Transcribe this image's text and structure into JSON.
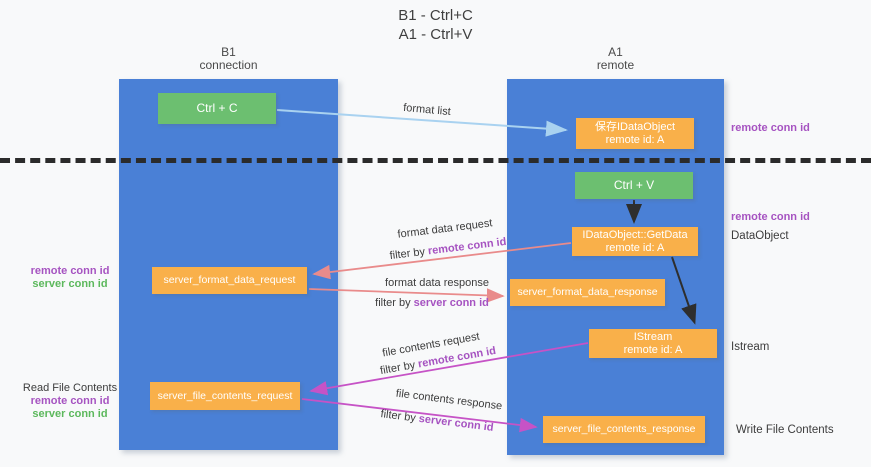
{
  "title": {
    "line1": "B1 - Ctrl+C",
    "line2": "A1 - Ctrl+V"
  },
  "lifelines": {
    "b1": {
      "title": "B1",
      "subtitle": "connection"
    },
    "a1": {
      "title": "A1",
      "subtitle": "remote"
    }
  },
  "nodes": {
    "ctrl_c": "Ctrl + C",
    "save_idataobject": {
      "line1": "保存IDataObject",
      "line2": "remote id: A"
    },
    "ctrl_v": "Ctrl + V",
    "getdata": {
      "line1": "IDataObject::GetData",
      "line2": "remote id: A"
    },
    "server_format_data_request": "server_format_data_request",
    "server_format_data_response": "server_format_data_response",
    "istream": {
      "line1": "IStream",
      "line2": "remote id: A"
    },
    "server_file_contents_request": "server_file_contents_request",
    "server_file_contents_response": "server_file_contents_response"
  },
  "flow_labels": {
    "format_list": "format list",
    "format_data_request": "format data request",
    "format_data_response": "format data response",
    "file_contents_request": "file contents request",
    "file_contents_response": "file contents response",
    "filter_by": "filter by",
    "remote_conn_id": "remote conn id",
    "server_conn_id": "server conn id"
  },
  "side_labels": {
    "remote_conn_id": "remote conn id",
    "server_conn_id": "server conn id",
    "dataobject": "DataObject",
    "istream": "Istream",
    "read_file_contents": "Read File Contents",
    "write_file_contents": "Write File Contents"
  },
  "colors": {
    "lifeline_blue": "#4a80d6",
    "node_green": "#6cbf70",
    "node_orange": "#f9b04a",
    "accent_purple": "#a653c1",
    "accent_green": "#5cb85c",
    "arrow_light_blue": "#a9d2f0",
    "arrow_salmon": "#e98b8b",
    "arrow_magenta": "#c653c6",
    "arrow_black": "#2e2e2e",
    "background": "#f8f9fa"
  }
}
